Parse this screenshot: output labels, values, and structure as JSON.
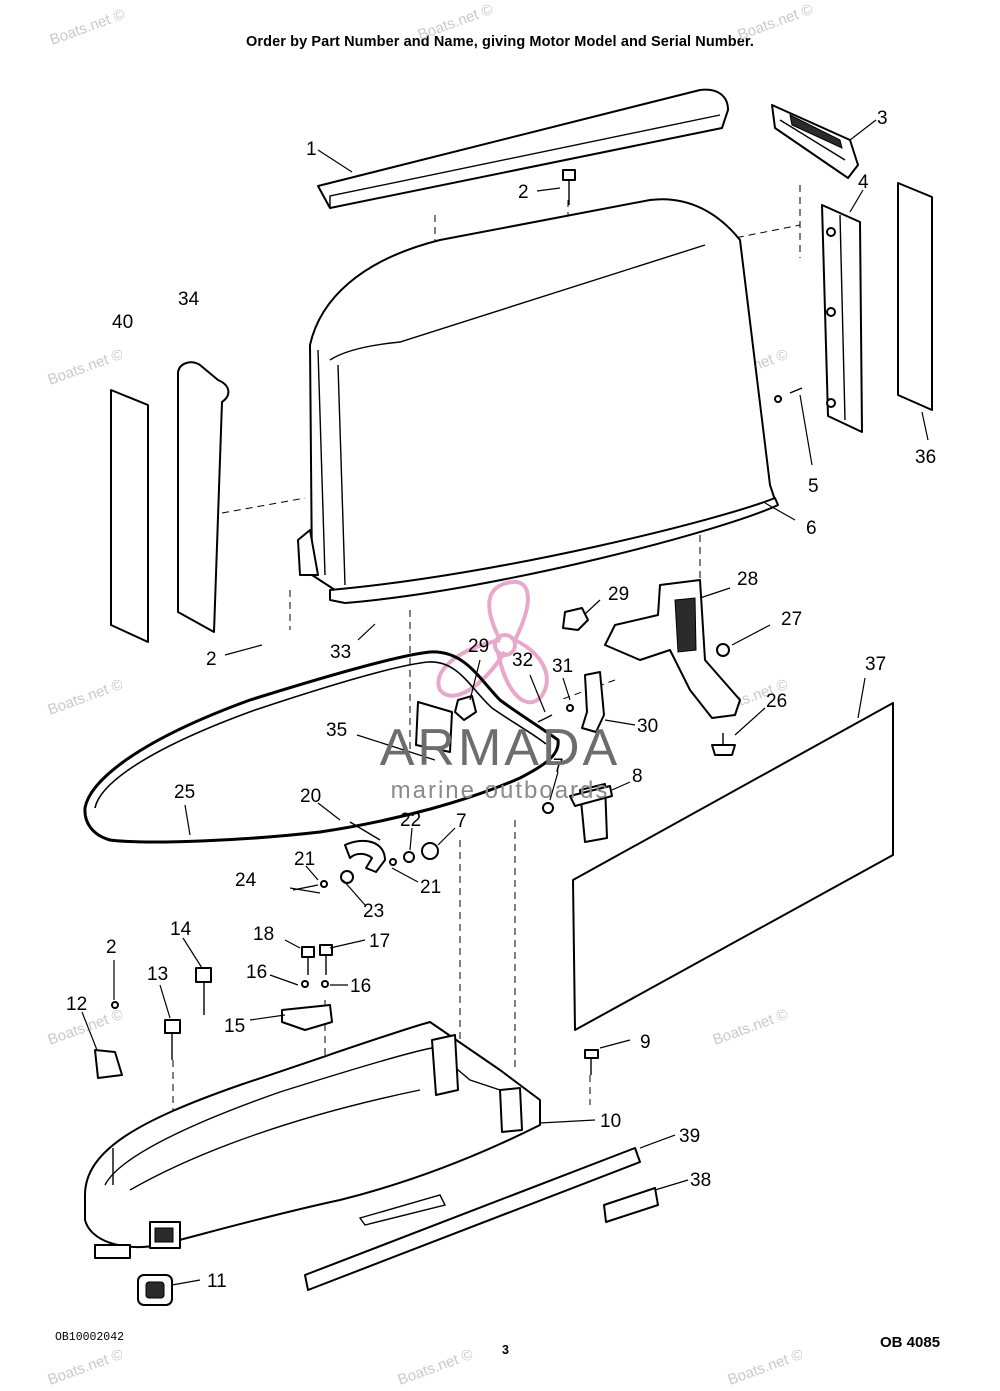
{
  "header": {
    "instruction": "Order by Part Number and Name, giving Motor Model and Serial Number."
  },
  "footer": {
    "code": "OB10002042",
    "page": "3",
    "doc": "OB 4085"
  },
  "watermark": {
    "text": "Boats.net ©"
  },
  "brand": {
    "name": "ARMADA",
    "subtitle": "marine outboards",
    "accent": "#e8a8cc"
  },
  "callouts": [
    {
      "n": "1"
    },
    {
      "n": "2"
    },
    {
      "n": "3"
    },
    {
      "n": "4"
    },
    {
      "n": "40"
    },
    {
      "n": "34"
    },
    {
      "n": "36"
    },
    {
      "n": "5"
    },
    {
      "n": "6"
    },
    {
      "n": "2"
    },
    {
      "n": "33"
    },
    {
      "n": "29"
    },
    {
      "n": "28"
    },
    {
      "n": "27"
    },
    {
      "n": "29"
    },
    {
      "n": "32"
    },
    {
      "n": "31"
    },
    {
      "n": "30"
    },
    {
      "n": "37"
    },
    {
      "n": "26"
    },
    {
      "n": "35"
    },
    {
      "n": "25"
    },
    {
      "n": "7"
    },
    {
      "n": "8"
    },
    {
      "n": "20"
    },
    {
      "n": "22"
    },
    {
      "n": "7"
    },
    {
      "n": "21"
    },
    {
      "n": "21"
    },
    {
      "n": "24"
    },
    {
      "n": "23"
    },
    {
      "n": "14"
    },
    {
      "n": "2"
    },
    {
      "n": "18"
    },
    {
      "n": "17"
    },
    {
      "n": "13"
    },
    {
      "n": "16"
    },
    {
      "n": "16"
    },
    {
      "n": "12"
    },
    {
      "n": "15"
    },
    {
      "n": "9"
    },
    {
      "n": "10"
    },
    {
      "n": "39"
    },
    {
      "n": "38"
    },
    {
      "n": "11"
    }
  ]
}
